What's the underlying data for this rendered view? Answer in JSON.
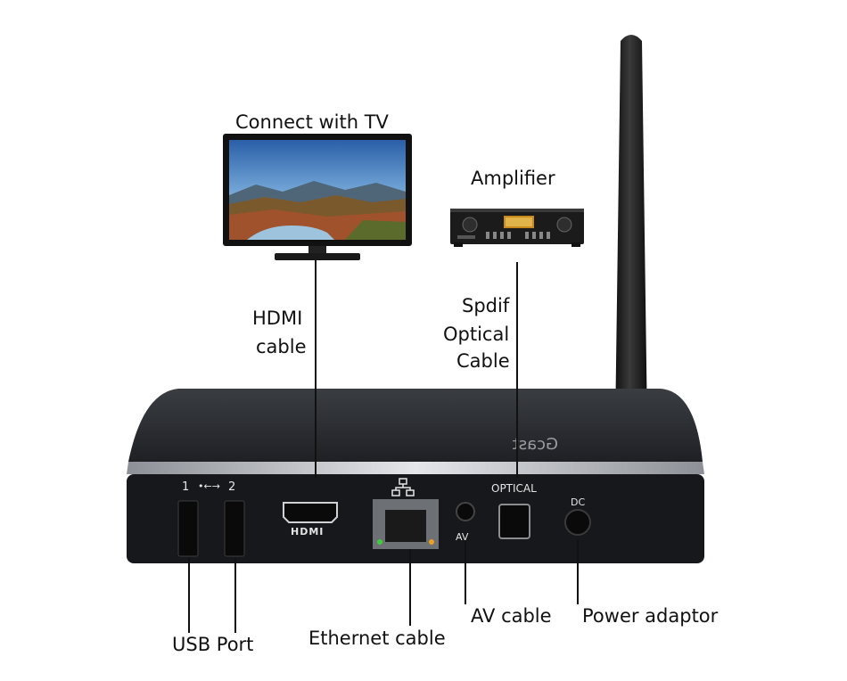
{
  "labels": {
    "tv": "Connect with TV",
    "amplifier": "Amplifier",
    "hdmi_cable_1": "HDMI",
    "hdmi_cable_2": "cable",
    "spdif_1": "Spdif",
    "spdif_2": "Optical",
    "spdif_3": "Cable",
    "usb_port": "USB Port",
    "ethernet_cable": "Ethernet cable",
    "av_cable": "AV cable",
    "power_adaptor": "Power adaptor"
  },
  "port_labels": {
    "usb_1": "1",
    "usb_symbol": "•←→",
    "usb_2": "2",
    "hdmi": "HDMI",
    "optical": "OPTICAL",
    "av": "AV",
    "dc": "DC",
    "brand": "Gcast"
  },
  "colors": {
    "box_body": "#16181c",
    "box_top": "#2a2c30",
    "metal_edge": "#c9cbd0",
    "line": "#111111"
  }
}
